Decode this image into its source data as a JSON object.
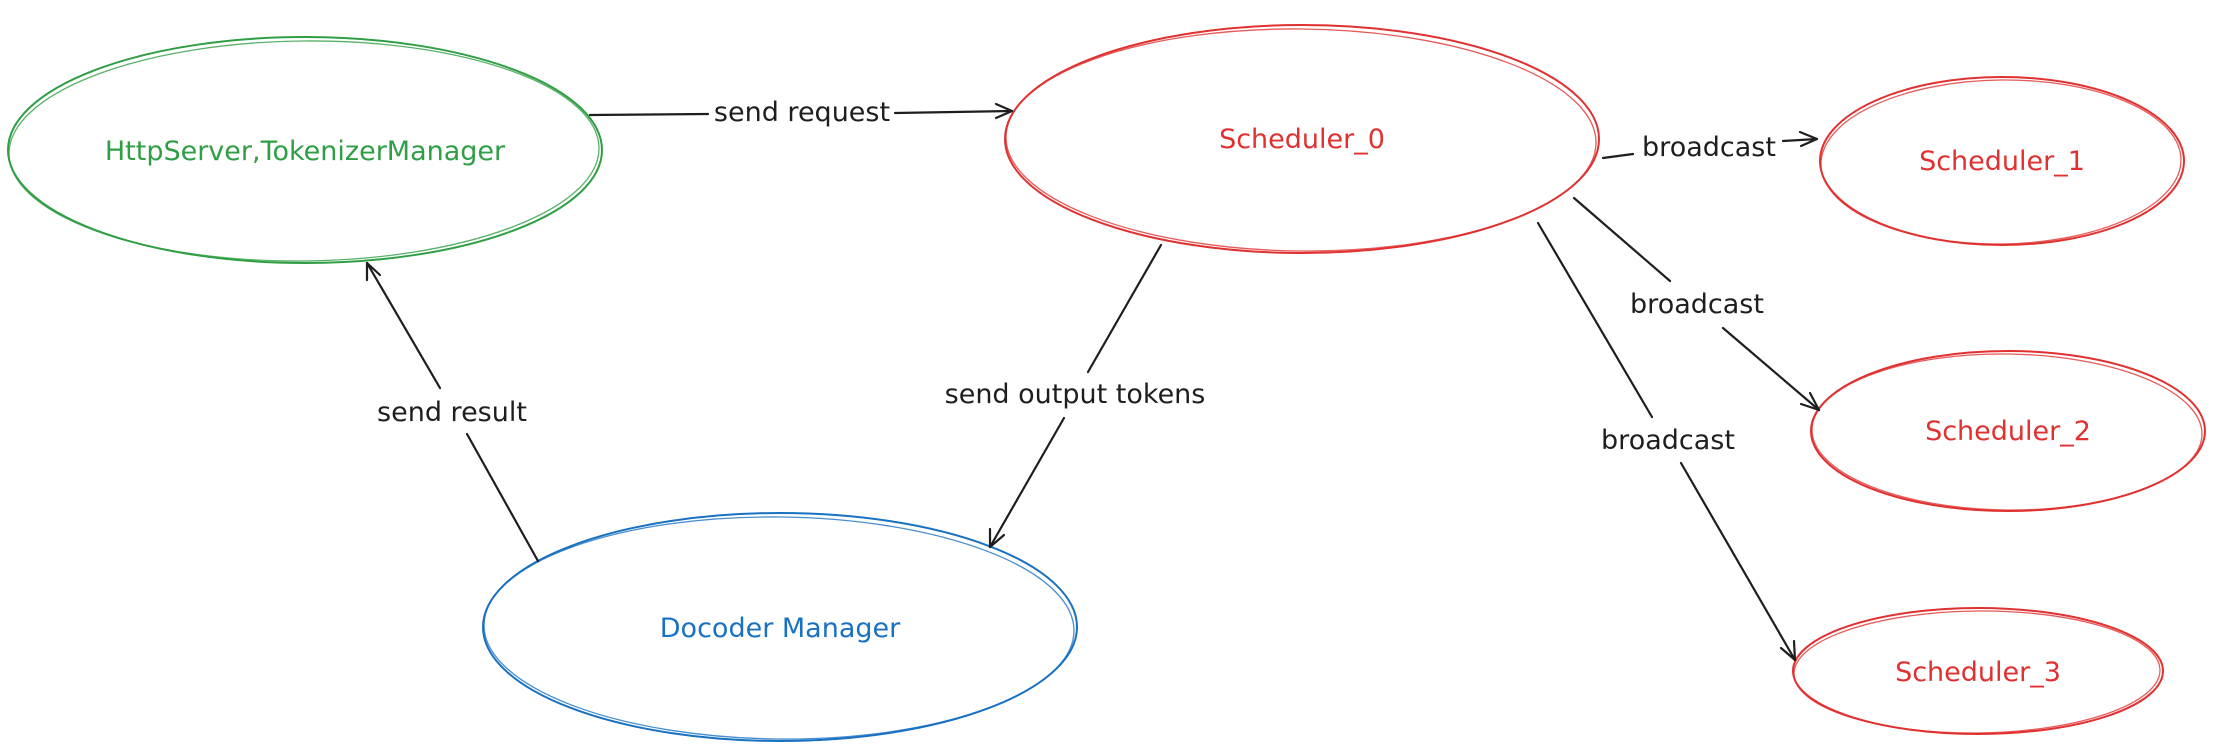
{
  "colors": {
    "green": "#2f9e44",
    "red": "#e03131",
    "blue": "#1971c2",
    "edge": "#1e1e1e"
  },
  "nodes": {
    "http_server": {
      "label": "HttpServer,TokenizerManager",
      "color": "#2f9e44"
    },
    "scheduler_0": {
      "label": "Scheduler_0",
      "color": "#e03131"
    },
    "scheduler_1": {
      "label": "Scheduler_1",
      "color": "#e03131"
    },
    "scheduler_2": {
      "label": "Scheduler_2",
      "color": "#e03131"
    },
    "scheduler_3": {
      "label": "Scheduler_3",
      "color": "#e03131"
    },
    "decoder_manager": {
      "label": "Docoder Manager",
      "color": "#1971c2"
    }
  },
  "edges": {
    "send_request": {
      "label": "send request",
      "from": "http_server",
      "to": "scheduler_0"
    },
    "broadcast_1": {
      "label": "broadcast",
      "from": "scheduler_0",
      "to": "scheduler_1"
    },
    "broadcast_2": {
      "label": "broadcast",
      "from": "scheduler_0",
      "to": "scheduler_2"
    },
    "broadcast_3": {
      "label": "broadcast",
      "from": "scheduler_0",
      "to": "scheduler_3"
    },
    "send_output_tokens": {
      "label": "send output tokens",
      "from": "scheduler_0",
      "to": "decoder_manager"
    },
    "send_result": {
      "label": "send result",
      "from": "decoder_manager",
      "to": "http_server"
    }
  }
}
